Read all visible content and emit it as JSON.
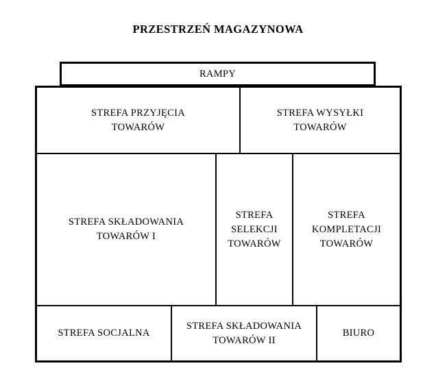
{
  "diagram": {
    "title": "PRZESTRZEŃ MAGAZYNOWA",
    "type": "warehouse-layout-block-diagram",
    "colors": {
      "background": "#ffffff",
      "stroke": "#000000",
      "text": "#000000"
    },
    "rampy": {
      "label": "RAMPY"
    },
    "rows": [
      {
        "name": "receiving-shipping-row",
        "zones": [
          {
            "id": "przyjecia",
            "label": "STREFA PRZYJĘCIA\nTOWARÓW"
          },
          {
            "id": "wysylki",
            "label": "STREFA WYSYŁKI\nTOWARÓW"
          }
        ]
      },
      {
        "name": "storage-picking-row",
        "zones": [
          {
            "id": "skladowania-1",
            "label": "STREFA SKŁADOWANIA\nTOWARÓW  I"
          },
          {
            "id": "selekcji",
            "label": "STREFA\nSELEKCJI\nTOWARÓW"
          },
          {
            "id": "kompletacji",
            "label": "STREFA\nKOMPLETACJI\nTOWARÓW"
          }
        ]
      },
      {
        "name": "social-storage-office-row",
        "zones": [
          {
            "id": "socjalna",
            "label": "STREFA SOCJALNA"
          },
          {
            "id": "skladowania-2",
            "label": "STREFA SKŁADOWANIA\nTOWARÓW  II"
          },
          {
            "id": "biuro",
            "label": "BIURO"
          }
        ]
      }
    ]
  }
}
